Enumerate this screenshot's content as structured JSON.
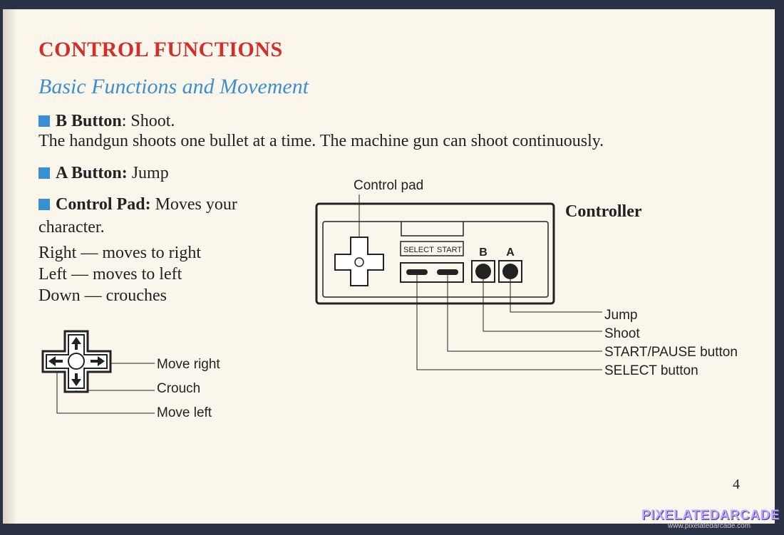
{
  "title": "CONTROL FUNCTIONS",
  "subtitle": "Basic Functions and Movement",
  "items": {
    "b_button": {
      "label": "B Button",
      "colon": ":",
      "value": " Shoot."
    },
    "b_desc": "The handgun shoots one bullet at a time. The machine gun can shoot continuously.",
    "a_button": {
      "label": "A Button:",
      "value": " Jump"
    },
    "control_pad": {
      "label": "Control Pad:",
      "value": " Moves your",
      "value2": "character."
    }
  },
  "movement": [
    "Right — moves to right",
    "Left — moves to left",
    "Down — crouches"
  ],
  "dpad_labels": {
    "right": "Move right",
    "down": "Crouch",
    "left": "Move left"
  },
  "controller": {
    "caption": "Controller",
    "control_pad_label": "Control pad",
    "select_label": "SELECT",
    "start_label": "START",
    "b_label": "B",
    "a_label": "A",
    "callouts": {
      "jump": "Jump",
      "shoot": "Shoot",
      "start": "START/PAUSE button",
      "select": "SELECT button"
    }
  },
  "page_number": "4",
  "watermark": {
    "brand": "PIXELATEDARCADE",
    "url": "www.pixelatedarcade.com"
  }
}
